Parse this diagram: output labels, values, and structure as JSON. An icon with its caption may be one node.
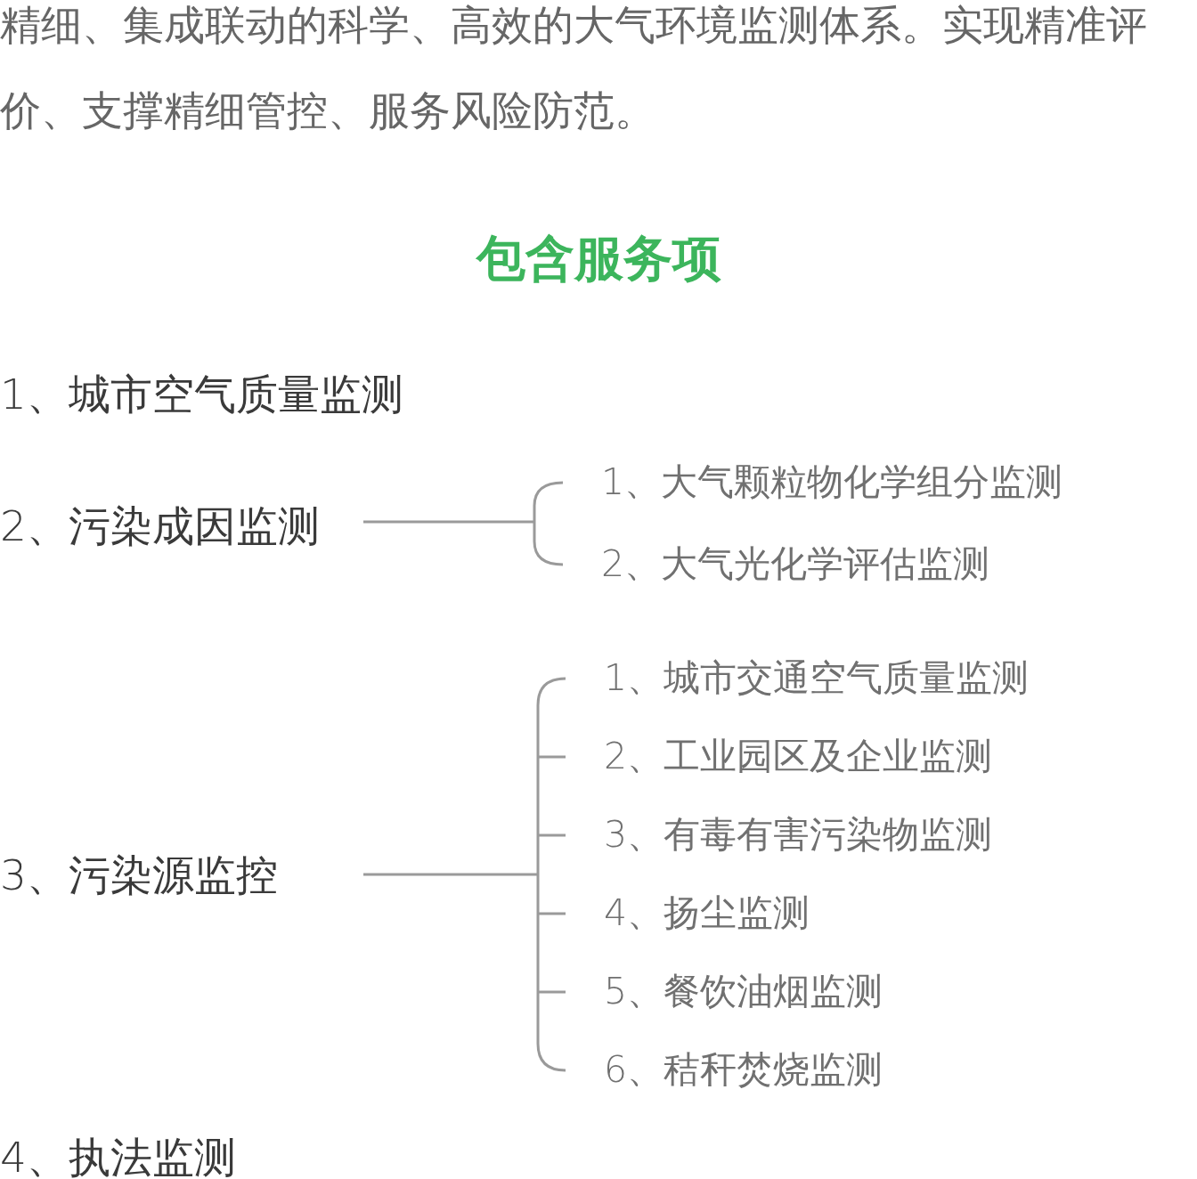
{
  "diagram": {
    "title": "包含服务项",
    "nodes": [
      {
        "text": [
          "1、城市空气质量监测"
        ]
      },
      {
        "text": [
          "2、污染成因监测"
        ]
      },
      {
        "text": [
          "1、大气颗粒物化学组分监测"
        ]
      },
      {
        "text": [
          "2、大气光化学评估监测"
        ]
      },
      {
        "text": [
          "3、污染源监控"
        ]
      },
      {
        "text": [
          "1、城市交通空气质量监测"
        ]
      },
      {
        "text": [
          "2、工业园区及企业监测"
        ]
      },
      {
        "text": [
          "3、有毒有害污染物监测"
        ]
      },
      {
        "text": [
          "4、扬尘监测"
        ]
      },
      {
        "text": [
          "5、餐饮油烟监测"
        ]
      },
      {
        "text": [
          "6、秸秆焚烧监测"
        ]
      },
      {
        "text": [
          "4、执法监测"
        ]
      }
    ],
    "edges": [
      {
        "from": 1,
        "to": 2,
        "arrow": "none"
      },
      {
        "from": 1,
        "to": 3,
        "arrow": "none"
      },
      {
        "from": 4,
        "to": 5,
        "arrow": "none"
      },
      {
        "from": 4,
        "to": 6,
        "arrow": "none"
      },
      {
        "from": 4,
        "to": 7,
        "arrow": "none"
      },
      {
        "from": 4,
        "to": 8,
        "arrow": "none"
      },
      {
        "from": 4,
        "to": 9,
        "arrow": "none"
      },
      {
        "from": 4,
        "to": 10,
        "arrow": "none"
      }
    ],
    "labels": [
      "精细、集成联动的科学、高效的大气环境监测体系。实现精准评价、支撑精细管控、服务风险防范。"
    ]
  }
}
